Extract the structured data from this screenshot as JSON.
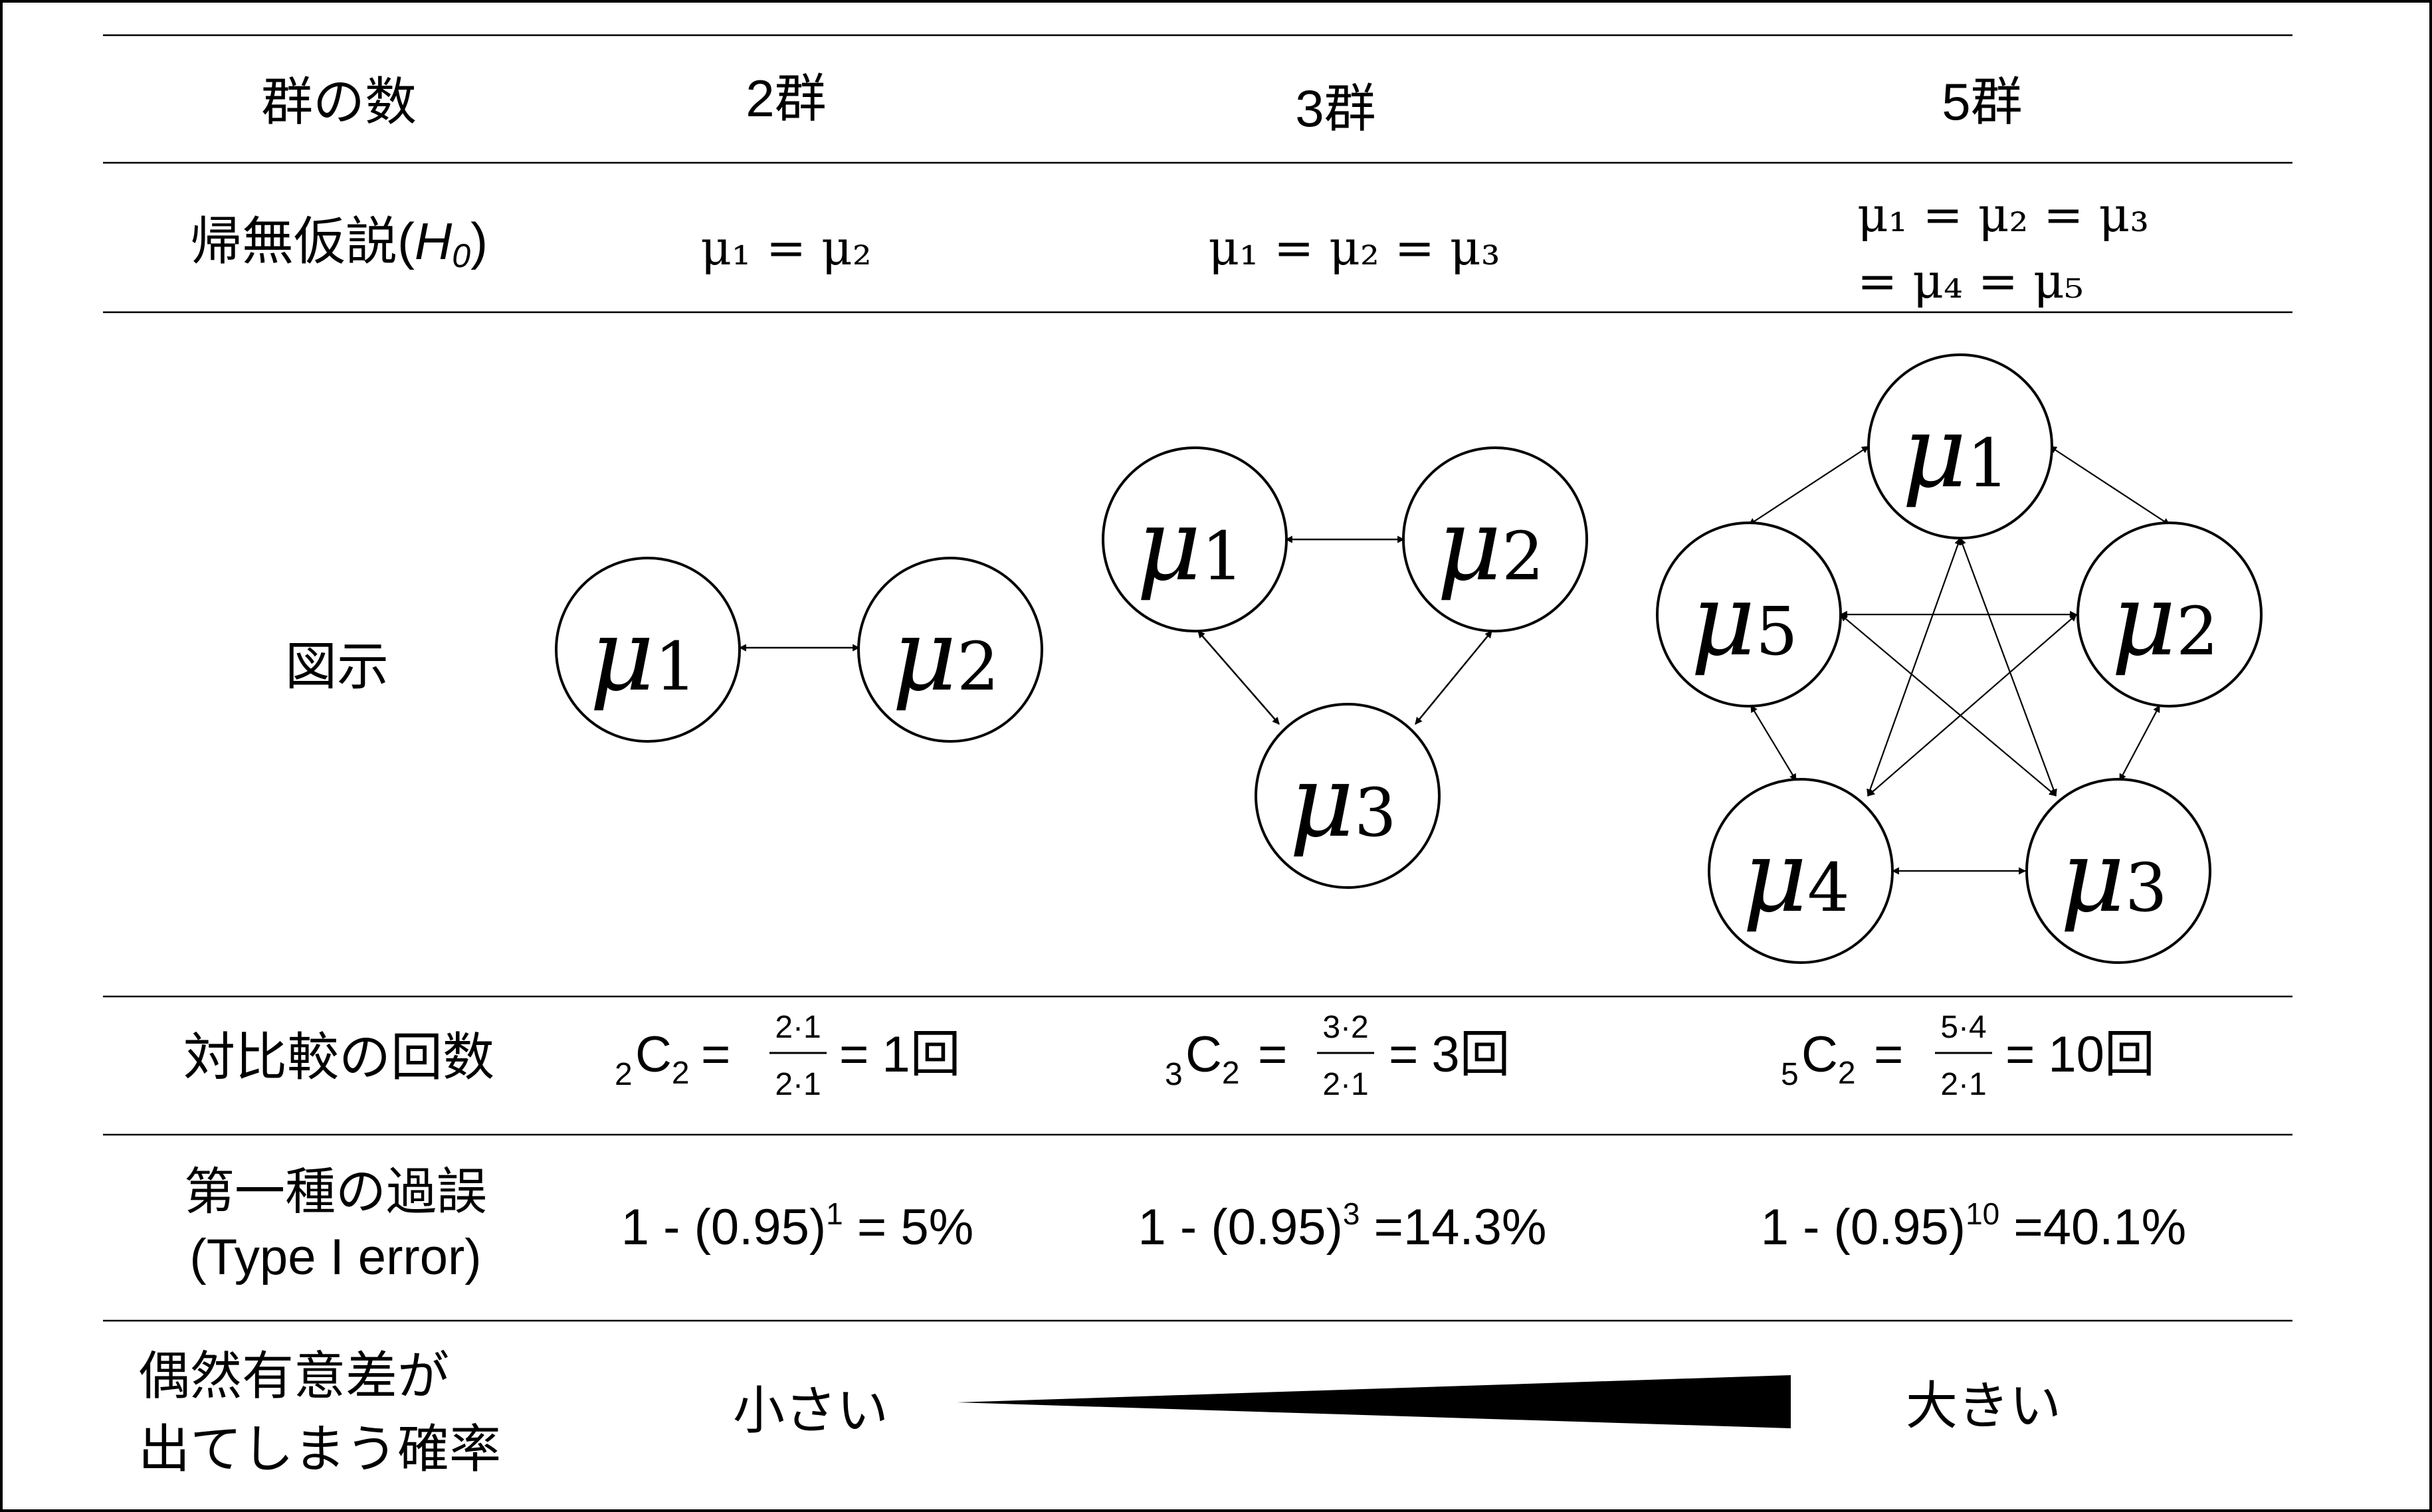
{
  "table": {
    "row_labels": {
      "groups": "群の数",
      "null_hypothesis_prefix": "帰無仮説(",
      "null_hypothesis_symbol": "H",
      "null_hypothesis_sub": "0",
      "null_hypothesis_suffix": ")",
      "diagram": "図示",
      "comparisons": "対比較の回数",
      "type1_line1": "第一種の過誤",
      "type1_line2": "(Type I error)",
      "chance_line1": "偶然有意差が",
      "chance_line2": "出てしまう確率"
    },
    "columns": [
      {
        "groups": "2群",
        "hypothesis": "μ₁ = μ₂",
        "comparisons_n": "2",
        "comparisons_num": "2·1",
        "comparisons_den": "2·1",
        "comparisons_result": "1回",
        "type1_base": "1 - (0.95)",
        "type1_exp": "1",
        "type1_result": " = 5%"
      },
      {
        "groups": "3群",
        "hypothesis": "μ₁ = μ₂ = μ₃",
        "comparisons_n": "3",
        "comparisons_num": "3·2",
        "comparisons_den": "2·1",
        "comparisons_result": "3回",
        "type1_base": "1 - (0.95)",
        "type1_exp": "3",
        "type1_result": " =14.3%"
      },
      {
        "groups": "5群",
        "hypothesis_line1": "μ₁ = μ₂ = μ₃",
        "hypothesis_line2": "= μ₄ = μ₅",
        "comparisons_n": "5",
        "comparisons_num": "5·4",
        "comparisons_den": "2·1",
        "comparisons_result": "10回",
        "type1_base": "1 - (0.95)",
        "type1_exp": "10",
        "type1_result": " =40.1%"
      }
    ],
    "comb_symbol": "C",
    "comb_k": "2",
    "equals": "=",
    "probability_low": "小さい",
    "probability_high": "大きい"
  },
  "diagrams": {
    "mu": "μ",
    "two_group": [
      "1",
      "2"
    ],
    "three_group": [
      "1",
      "2",
      "3"
    ],
    "five_group": [
      "1",
      "2",
      "3",
      "4",
      "5"
    ]
  },
  "colors": {
    "line": "#000000",
    "background": "#ffffff"
  }
}
